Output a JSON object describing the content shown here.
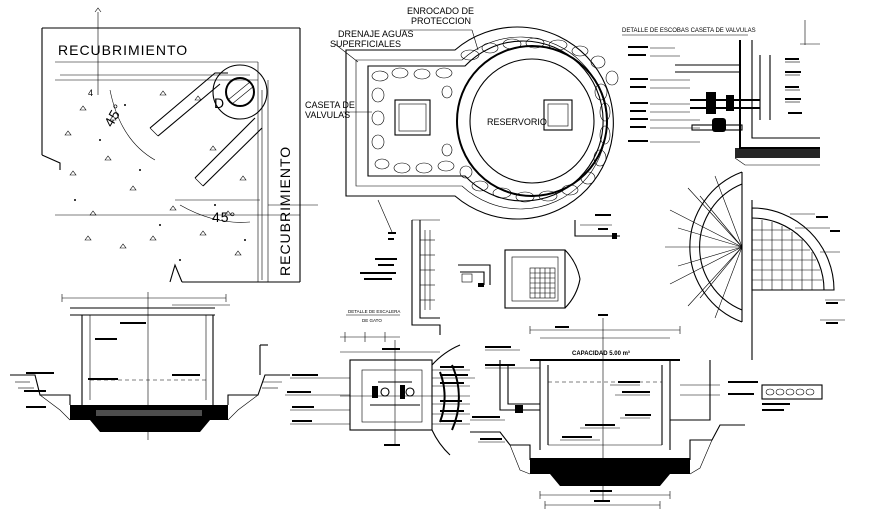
{
  "colors": {
    "ink": "#000000",
    "paper": "#ffffff"
  },
  "detail_cover": {
    "label_top": "RECUBRIMIENTO",
    "label_side": "RECUBRIMIENTO",
    "angle_a": "45°",
    "angle_b": "45°",
    "dim_d": "D",
    "dim_4": "4"
  },
  "plan": {
    "enrocado_l1": "ENROCADO DE",
    "enrocado_l2": "PROTECCION",
    "drenaje_l1": "DRENAJE AGUAS",
    "drenaje_l2": "SUPERFICIALES",
    "caseta_l1": "CASETA DE",
    "caseta_l2": "VALVULAS",
    "reservorio": "RESERVORIO"
  },
  "valve_detail": {
    "title": "DETALLE DE ESCOBAS CASETA DE VALVULAS"
  },
  "ladder_detail": {
    "title_l1": "DETALLE DE ESCALERA",
    "title_l2": "DE GATO"
  },
  "section": {
    "capacity": "CAPACIDAD 5.00 m³"
  }
}
